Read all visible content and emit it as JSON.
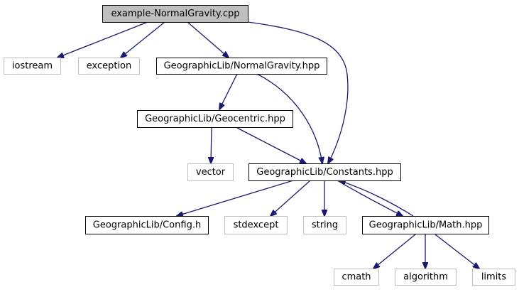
{
  "graph": {
    "colors": {
      "edge": "#191970",
      "current_fill": "#bfbfbf",
      "documented_border": "#000000",
      "external_border": "#bfbfbf",
      "text": "#000000"
    },
    "nodes": {
      "main": {
        "label": "example-NormalGravity.cpp",
        "kind": "current"
      },
      "iostream": {
        "label": "iostream",
        "kind": "external"
      },
      "exception": {
        "label": "exception",
        "kind": "external"
      },
      "normalgravity": {
        "label": "GeographicLib/NormalGravity.hpp",
        "kind": "documented"
      },
      "geocentric": {
        "label": "GeographicLib/Geocentric.hpp",
        "kind": "documented"
      },
      "vector": {
        "label": "vector",
        "kind": "external"
      },
      "constants": {
        "label": "GeographicLib/Constants.hpp",
        "kind": "documented"
      },
      "config": {
        "label": "GeographicLib/Config.h",
        "kind": "documented"
      },
      "stdexcept": {
        "label": "stdexcept",
        "kind": "external"
      },
      "string": {
        "label": "string",
        "kind": "external"
      },
      "math": {
        "label": "GeographicLib/Math.hpp",
        "kind": "documented"
      },
      "cmath": {
        "label": "cmath",
        "kind": "external"
      },
      "algorithm": {
        "label": "algorithm",
        "kind": "external"
      },
      "limits": {
        "label": "limits",
        "kind": "external"
      }
    }
  }
}
